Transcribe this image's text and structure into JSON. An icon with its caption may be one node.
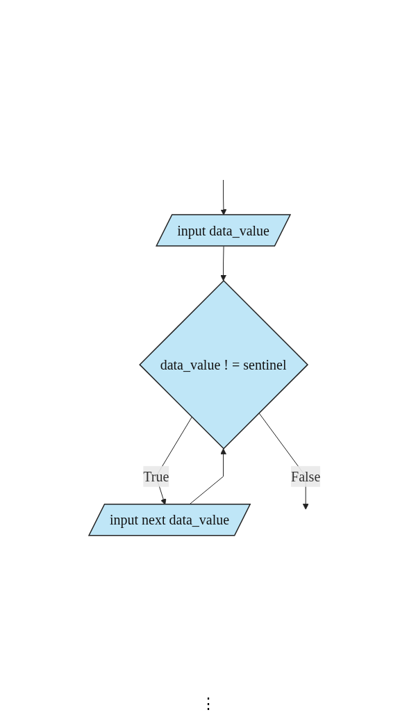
{
  "diagram": {
    "nodes": [
      {
        "text": [
          "input data_value"
        ]
      },
      {
        "text": [
          "data_value ! = sentinel"
        ]
      },
      {
        "text": [
          "input next data_value"
        ]
      }
    ],
    "edges": [
      {
        "from": null,
        "to": 0,
        "arrow": "to"
      },
      {
        "from": 0,
        "to": 1,
        "arrow": "to"
      },
      {
        "from": 1,
        "to": 2,
        "label": "True",
        "arrow": "to"
      },
      {
        "from": 2,
        "to": 1,
        "arrow": "to"
      },
      {
        "from": 1,
        "to": null,
        "label": "False",
        "arrow": "to"
      }
    ],
    "labels": [
      "⋮"
    ]
  }
}
